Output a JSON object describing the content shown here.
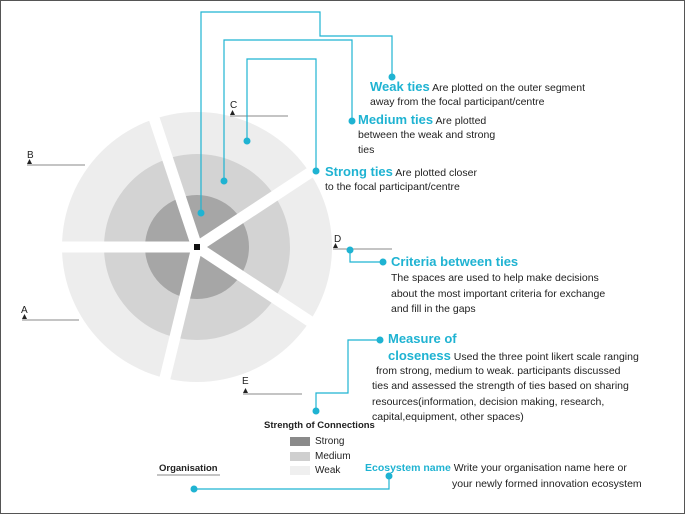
{
  "segments": {
    "labels": [
      "A",
      "B",
      "C",
      "D",
      "E"
    ],
    "focal_marker": "square-icon"
  },
  "annotations": {
    "weak": {
      "title": "Weak ties",
      "body_1": "Are plotted on the outer segment",
      "body_2": "away from the focal participant/centre"
    },
    "medium": {
      "title": "Medium ties",
      "body_1": "Are plotted",
      "body_2": "between the weak and strong",
      "body_3": "ties"
    },
    "strong": {
      "title": "Strong ties",
      "body_1": "Are plotted closer",
      "body_2": "to the focal participant/centre"
    },
    "criteria": {
      "title": "Criteria between ties",
      "body_1": "The spaces are used  to help  make decisions",
      "body_2": "about the most important criteria for exchange",
      "body_3": "and fill in the gaps"
    },
    "closeness": {
      "title_1": "Measure of",
      "title_2": "closeness",
      "body_1": "Used the three point likert scale ranging",
      "body_2": "from strong, medium to weak. participants discussed",
      "body_3": "ties and assessed the strength of ties based on sharing",
      "body_4": "resources(information, decision making, research,",
      "body_5": "capital,equipment, other spaces)"
    },
    "ecosystem": {
      "title": "Ecosystem name",
      "body_1": "Write your organisation name here or",
      "body_2": "your newly formed innovation ecosystem"
    }
  },
  "legend": {
    "title": "Strength of Connections",
    "items": [
      {
        "label": "Strong",
        "color": "#8a8a8a"
      },
      {
        "label": "Medium",
        "color": "#cfcfcf"
      },
      {
        "label": "Weak",
        "color": "#efefef"
      }
    ]
  },
  "organisation_label": "Organisation",
  "colors": {
    "accent": "#1fb3d2",
    "strong": "#a6a6a6",
    "medium": "#d3d3d3",
    "weak": "#ededed"
  }
}
